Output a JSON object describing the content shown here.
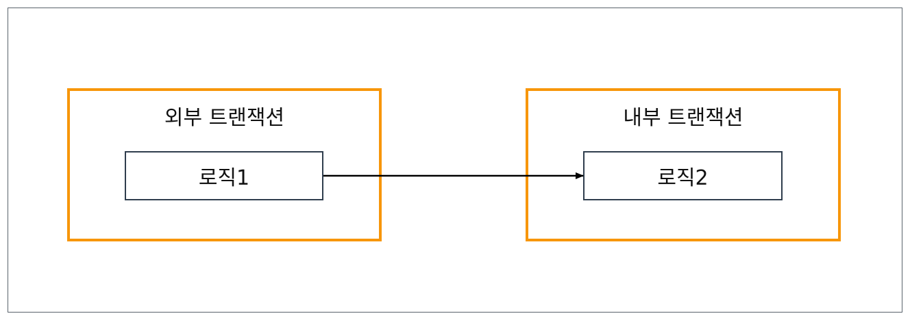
{
  "diagram": {
    "outer_transaction": {
      "title": "외부 트랜잭션",
      "logic": "로직1"
    },
    "inner_transaction": {
      "title": "내부 트랜잭션",
      "logic": "로직2"
    },
    "colors": {
      "transaction_border": "#f7960a",
      "logic_border": "#2f3d4d",
      "frame_border": "#59626b",
      "arrow": "#000000"
    }
  }
}
